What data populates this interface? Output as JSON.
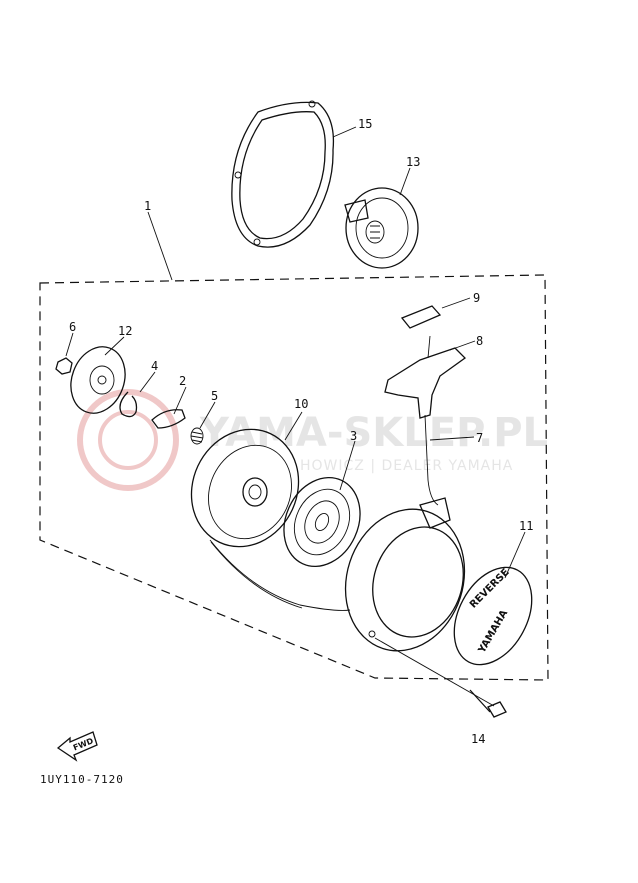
{
  "diagram": {
    "code": "1UY110-7120",
    "fwd_label": "FWD",
    "cover_lettering": [
      "REVERSE",
      "YAMAHA"
    ],
    "parts": [
      {
        "num": "1"
      },
      {
        "num": "2"
      },
      {
        "num": "3"
      },
      {
        "num": "4"
      },
      {
        "num": "5"
      },
      {
        "num": "6"
      },
      {
        "num": "7"
      },
      {
        "num": "8"
      },
      {
        "num": "9"
      },
      {
        "num": "10"
      },
      {
        "num": "11"
      },
      {
        "num": "12"
      },
      {
        "num": "13"
      },
      {
        "num": "14"
      },
      {
        "num": "15"
      }
    ]
  },
  "watermark": {
    "title": "YAMA-SKLEP.PL",
    "subtitle": "HOWICZ | DEALER YAMAHA",
    "color": "#e6a3a3"
  }
}
